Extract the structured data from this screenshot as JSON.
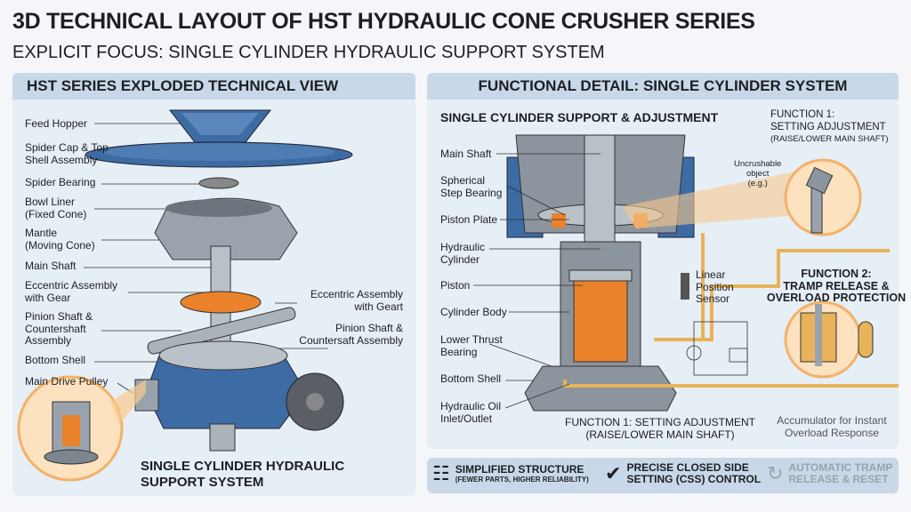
{
  "title": "3D TECHNICAL LAYOUT OF HST HYDRAULIC CONE CRUSHER SERIES",
  "subtitle": "EXPLICIT FOCUS: SINGLE CYLINDER HYDRAULIC SUPPORT SYSTEM",
  "left_panel": {
    "header": "HST SERIES EXPLODED TECHNICAL VIEW",
    "labels_left": [
      [
        "Feed Hopper"
      ],
      [
        "Spider Cap & Top",
        "Shell Assembly"
      ],
      [
        "Spider Bearing"
      ],
      [
        "Bowl Liner",
        "(Fixed Cone)"
      ],
      [
        "Mantle",
        "(Moving Cone)"
      ],
      [
        "Main Shaft"
      ],
      [
        "Eccentric Assembly",
        "with Gear"
      ],
      [
        "Pinion Shaft &",
        "Countershaft",
        "Assembly"
      ],
      [
        "Bottom Shell"
      ],
      [
        "Main Drive Pulley"
      ]
    ],
    "labels_right": [
      [
        "Eccentric Assembly",
        "with Geart"
      ],
      [
        "Pinion Shaft &",
        "Countersaft Assembly"
      ]
    ],
    "inset_caption": [
      "SINGLE CYLINDER HYDRAULIC",
      "SUPPORT SYSTEM"
    ]
  },
  "right_panel": {
    "header": "FUNCTIONAL DETAIL: SINGLE CYLINDER SYSTEM",
    "section_title": "SINGLE CYLINDER SUPPORT & ADJUSTMENT",
    "labels": [
      [
        "Main Shaft"
      ],
      [
        "Spherical",
        "Step Bearing"
      ],
      [
        "Piston Plate"
      ],
      [
        "Hydraulic",
        "Cylinder"
      ],
      [
        "Piston"
      ],
      [
        "Cylinder Body"
      ],
      [
        "Lower Thrust",
        "Bearing"
      ],
      [
        "Bottom Shell"
      ],
      [
        "Hydraulic Oil",
        "Inlet/Outlet"
      ]
    ],
    "function1_top": [
      "FUNCTION 1:",
      "SETTING ADJUSTMENT",
      "(RAISE/LOWER MAIN SHAFT)"
    ],
    "uncrushable": [
      "Uncrushable",
      "object",
      "(e.g.)"
    ],
    "sensor": [
      "Linear",
      "Position",
      "Sensor"
    ],
    "function2": [
      "FUNCTION 2:",
      "TRAMP RELEASE &",
      "OVERLOAD PROTECTION"
    ],
    "function1_bottom": [
      "FUNCTION 1: SETTING ADJUSTMENT",
      "(RAISE/LOWER MAIN SHAFT)"
    ],
    "accumulator": [
      "Accumulator for Instant",
      "Overload Response"
    ]
  },
  "features": [
    {
      "icon": "hierarchy-icon",
      "title": "SIMPLIFIED STRUCTURE",
      "sub": "(FEWER PARTS, HIGHER RELIABILITY)"
    },
    {
      "icon": "gauge-check-icon",
      "title": "PRECISE CLOSED SIDE",
      "sub": "SETTING (CSS) CONTROL"
    },
    {
      "icon": "cycle-play-icon",
      "title": "AUTOMATIC TRAMP",
      "sub": "RELEASE & RESET"
    }
  ],
  "colors": {
    "blue": "#3d6ba3",
    "orange": "#e9822a",
    "oil": "#e8b35a",
    "steel": "#9aa3ad",
    "panel": "#e6eef6",
    "header": "#c9d8e8"
  }
}
